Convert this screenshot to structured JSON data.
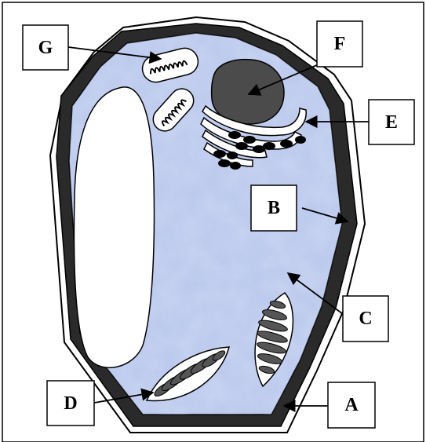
{
  "labels": {
    "a": "A",
    "b": "B",
    "c": "C",
    "d": "D",
    "e": "E",
    "f": "F",
    "g": "G"
  },
  "colors": {
    "cytoplasm": "#b9c7ec",
    "cell_wall": "#2a2a2a",
    "nucleus": "#4b4b4b",
    "vacuole": "#ffffff",
    "outline": "#000000"
  }
}
